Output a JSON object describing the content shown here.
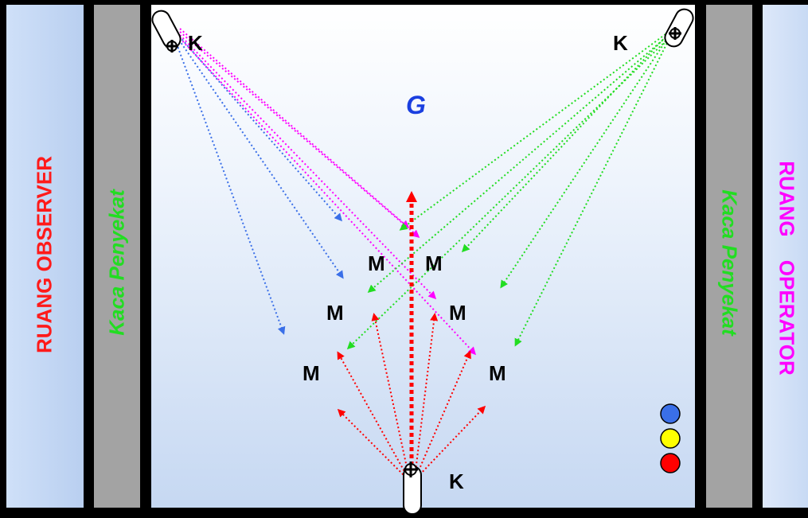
{
  "rooms": {
    "observer": {
      "word1": "RUANG",
      "word2": "OBSERVER"
    },
    "operator": "RUANG OPERATOR"
  },
  "glass": {
    "left": "Kaca Penyekat",
    "right": "Kaca Penyekat"
  },
  "center_label": "G",
  "camera_label": "K",
  "object_label": "M",
  "colors": {
    "red": "#ff0000",
    "green": "#22dd22",
    "magenta": "#ff00ff",
    "blue": "#3a6fe8",
    "yellow": "#ffff00",
    "room_label_red": "#ff1a1a",
    "room_label_magenta": "#ff00ff"
  },
  "legend_dots": [
    "blue",
    "yellow",
    "red"
  ]
}
